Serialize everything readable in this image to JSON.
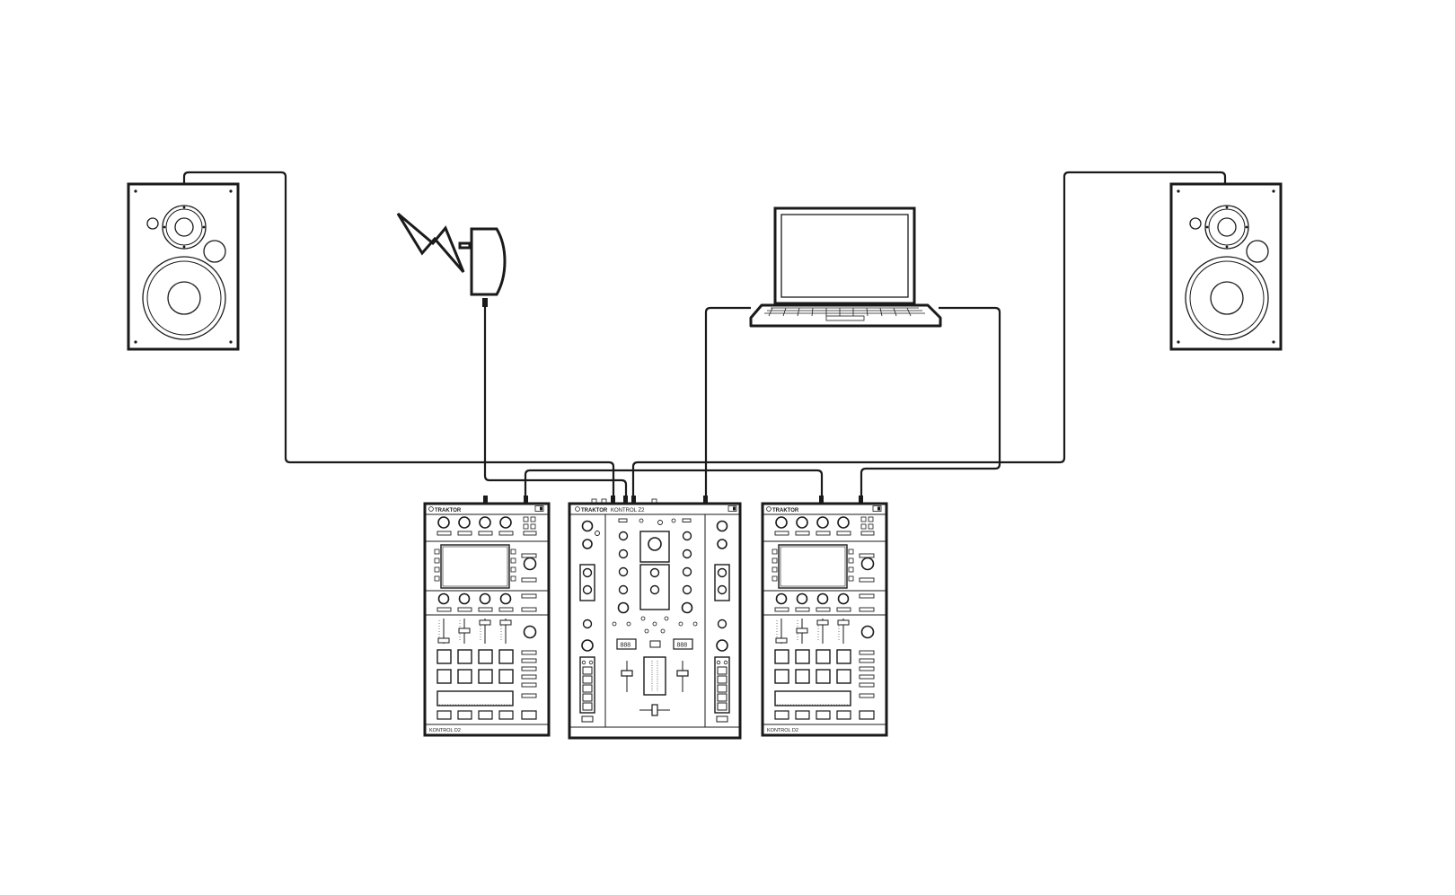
{
  "devices": {
    "deck_left": {
      "brand": "TRAKTOR",
      "model": "KONTROL D2"
    },
    "mixer": {
      "brand": "TRAKTOR",
      "model": "KONTROL Z2",
      "display_left": "888",
      "display_right": "888"
    },
    "deck_right": {
      "brand": "TRAKTOR",
      "model": "KONTROL D2"
    }
  },
  "icons": {
    "speaker": "speaker-icon",
    "power_supply": "power-adapter-icon",
    "mains": "lightning-bolt-icon",
    "laptop": "laptop-icon"
  },
  "colors": {
    "stroke": "#1a1a1a",
    "background": "#ffffff"
  }
}
